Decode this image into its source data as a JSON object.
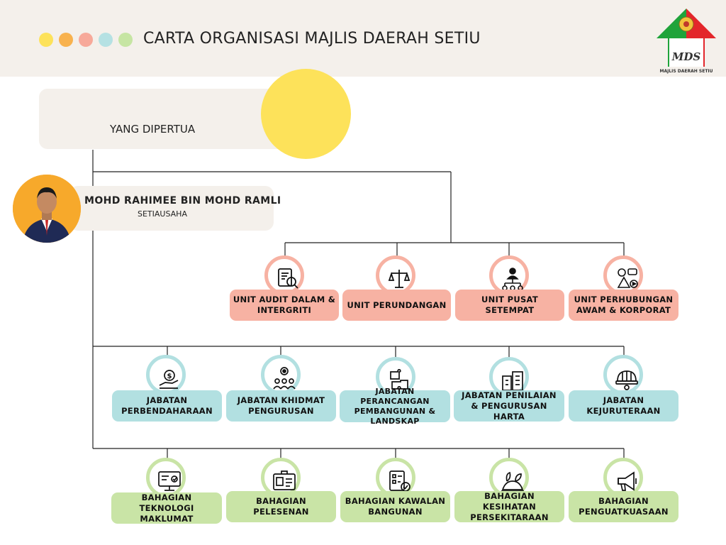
{
  "header": {
    "title": "CARTA ORGANISASI MAJLIS DAERAH SETIU",
    "dot_colors": [
      "#fde25a",
      "#f8b24e",
      "#f7a99a",
      "#b5e1e3",
      "#c6e5a3"
    ],
    "logo_text": "MDS",
    "logo_subtext": "MAJLIS DAERAH SETIU"
  },
  "top": {
    "label": "YANG DIPERTUA"
  },
  "secretary": {
    "name": "MOHD RAHIMEE BIN MOHD RAMLI",
    "role": "SETIAUSAHA"
  },
  "colors": {
    "row1": "#f7b2a3",
    "row2": "#b2e0e1",
    "row3": "#c9e4a6",
    "accent_yellow": "#fde25a",
    "beige": "#f4f0eb"
  },
  "units": [
    {
      "label": "UNIT AUDIT DALAM & INTERGRITI",
      "icon": "audit-document-icon"
    },
    {
      "label": "UNIT PERUNDANGAN",
      "icon": "scales-icon"
    },
    {
      "label": "UNIT PUSAT SETEMPAT",
      "icon": "hierarchy-icon"
    },
    {
      "label": "UNIT PERHUBUNGAN AWAM & KORPORAT",
      "icon": "public-relations-icon"
    }
  ],
  "departments": [
    {
      "label": "JABATAN PERBENDAHARAAN",
      "icon": "money-hand-icon"
    },
    {
      "label": "JABATAN KHIDMAT PENGURUSAN",
      "icon": "management-gear-icon"
    },
    {
      "label": "JABATAN PERANCANGAN PEMBANGUNAN & LANDSKAP",
      "icon": "puzzle-icon"
    },
    {
      "label": "JABATAN PENILAIAN & PENGURUSAN HARTA",
      "icon": "property-building-icon"
    },
    {
      "label": "JABATAN KEJURUTERAAN",
      "icon": "hard-hat-icon"
    }
  ],
  "divisions": [
    {
      "label": "BAHAGIAN TEKNOLOGI MAKLUMAT",
      "icon": "computer-monitor-icon"
    },
    {
      "label": "BAHAGIAN PELESENAN",
      "icon": "license-card-icon"
    },
    {
      "label": "BAHAGIAN KAWALAN BANGUNAN",
      "icon": "checklist-icon"
    },
    {
      "label": "BAHAGIAN KESIHATAN PERSEKITARAAN",
      "icon": "environment-earth-icon"
    },
    {
      "label": "BAHAGIAN PENGUATKUASAAN",
      "icon": "megaphone-icon"
    }
  ]
}
